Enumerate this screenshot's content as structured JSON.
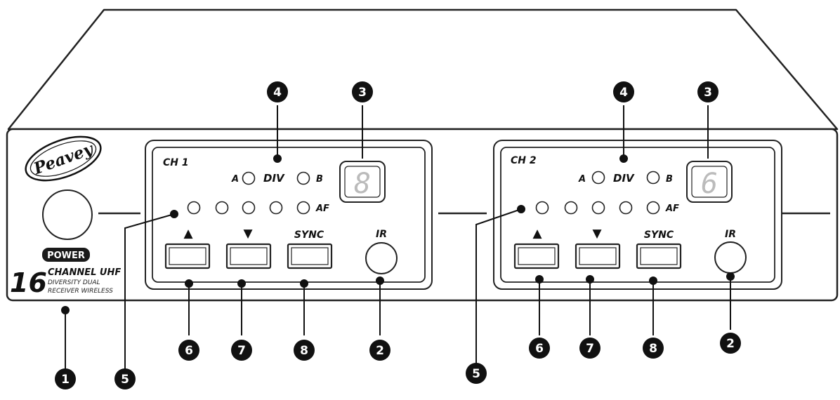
{
  "brand": {
    "logo_text": "Peavey"
  },
  "power": {
    "label": "POWER"
  },
  "model": {
    "number": "16",
    "line1": "CHANNEL UHF",
    "line2": "DIVERSITY DUAL",
    "line3": "RECEIVER WIRELESS"
  },
  "channels": [
    {
      "label": "CH 1",
      "indicators": {
        "a": "A",
        "div": "DIV",
        "b": "B",
        "af": "AF"
      },
      "display_digit": "8",
      "buttons": {
        "up": "▲",
        "down": "▼",
        "sync": "SYNC",
        "ir": "IR"
      }
    },
    {
      "label": "CH 2",
      "indicators": {
        "a": "A",
        "div": "DIV",
        "b": "B",
        "af": "AF"
      },
      "display_digit": "6",
      "buttons": {
        "up": "▲",
        "down": "▼",
        "sync": "SYNC",
        "ir": "IR"
      }
    }
  ],
  "callouts": {
    "power_switch": "1",
    "ir_sensor": "2",
    "channel_display": "3",
    "diversity_leds": "4",
    "af_meter": "5",
    "up_button": "6",
    "down_button": "7",
    "sync_button": "8"
  }
}
